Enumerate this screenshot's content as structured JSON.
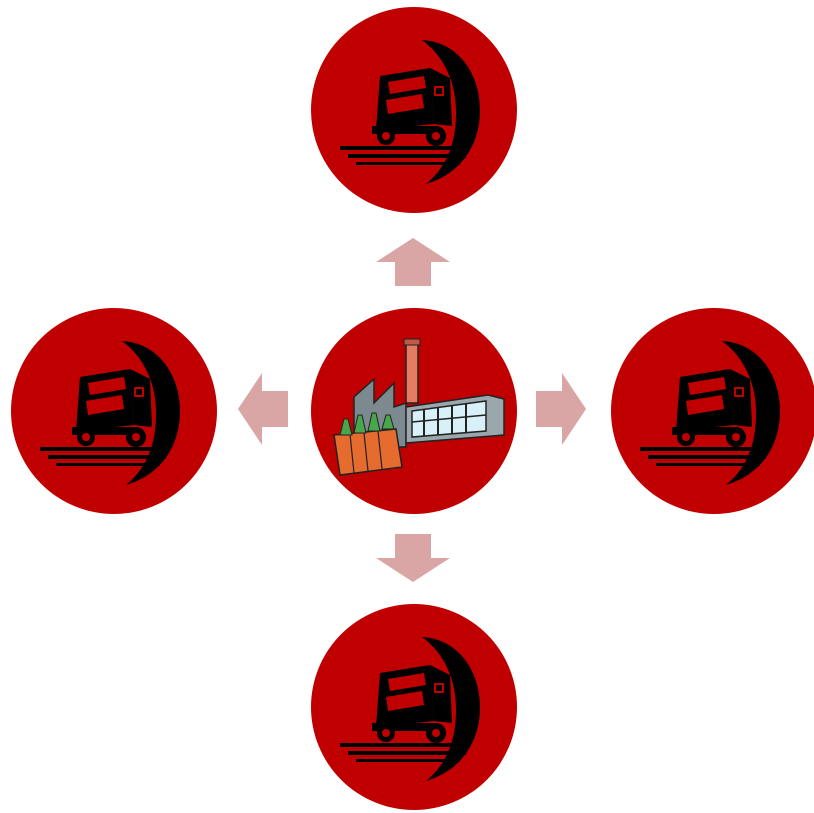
{
  "diagram": {
    "layout": "radial",
    "colors": {
      "circle": "#c00000",
      "arrow": "#d9a5a5",
      "background": "#ffffff"
    },
    "center": {
      "icon": "factory-icon"
    },
    "satellites": [
      {
        "position": "top",
        "icon": "delivery-truck-icon"
      },
      {
        "position": "left",
        "icon": "delivery-truck-icon"
      },
      {
        "position": "right",
        "icon": "delivery-truck-icon"
      },
      {
        "position": "bottom",
        "icon": "delivery-truck-icon"
      }
    ],
    "arrows": [
      {
        "direction": "up"
      },
      {
        "direction": "left"
      },
      {
        "direction": "right"
      },
      {
        "direction": "down"
      }
    ]
  }
}
